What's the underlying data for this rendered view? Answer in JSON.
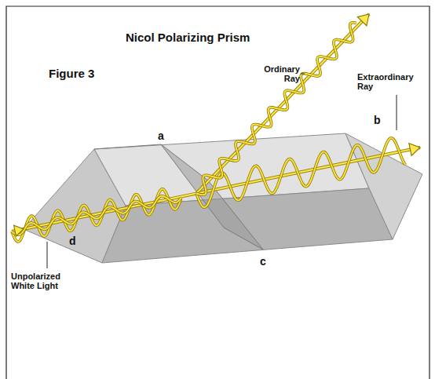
{
  "diagram": {
    "title": "Nicol Polarizing Prism",
    "labels": [
      "Figure 3",
      "a",
      "b",
      "c",
      "d",
      "Ordinary Ray",
      "Extraordinary Ray",
      "Unpolarized White Light"
    ]
  }
}
